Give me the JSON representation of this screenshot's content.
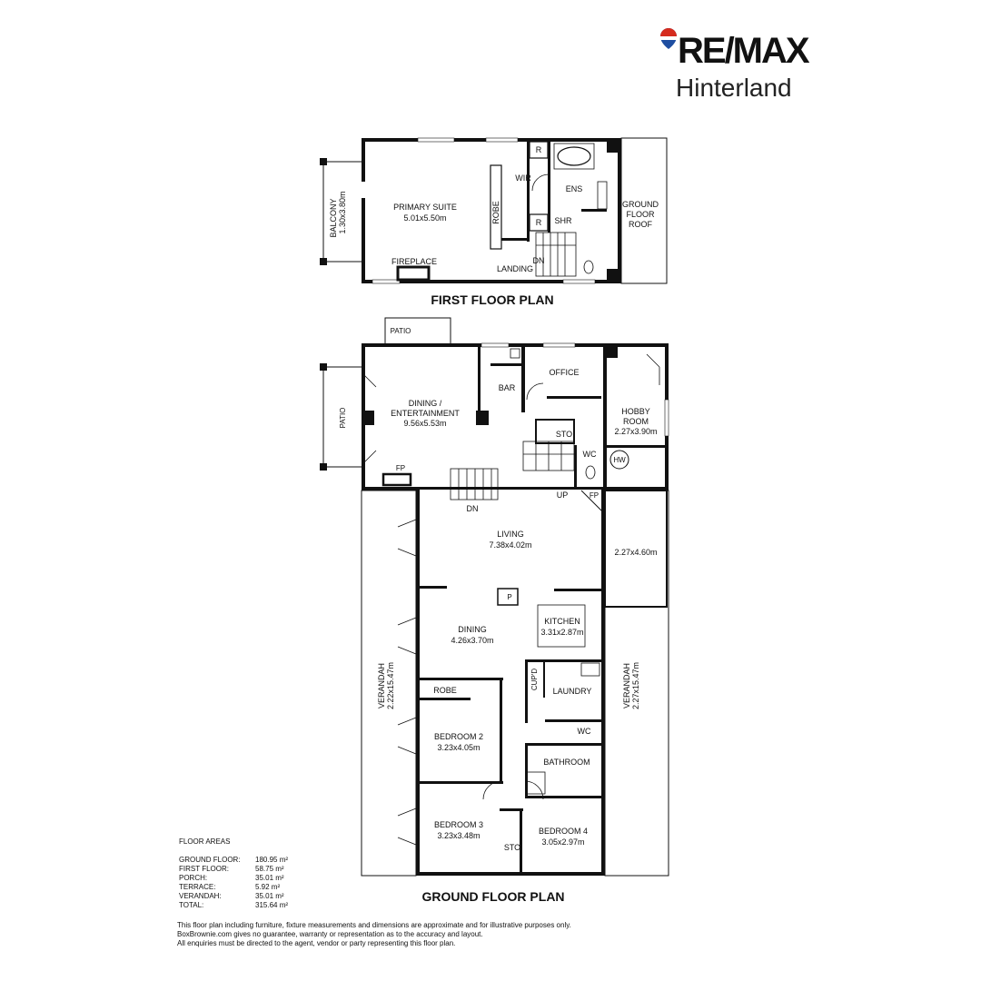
{
  "brand": {
    "name": "RE/MAX",
    "office": "Hinterland",
    "colors": {
      "balloon_red": "#d52b1e",
      "balloon_blue": "#1f4ea1",
      "text": "#111111"
    }
  },
  "first_floor": {
    "title": "FIRST FLOOR PLAN",
    "rooms": {
      "primary_suite": "PRIMARY SUITE",
      "primary_suite_dims": "5.01x5.50m",
      "balcony": "BALCONY",
      "balcony_dims": "1.30x3.80m",
      "wir": "WIR",
      "robe": "ROBE",
      "ens": "ENS",
      "shr": "SHR",
      "r1": "R",
      "r2": "R",
      "fireplace": "FIREPLACE",
      "landing": "LANDING",
      "dn": "DN",
      "roof": [
        "GROUND",
        "FLOOR",
        "ROOF"
      ]
    }
  },
  "ground_floor": {
    "title": "GROUND FLOOR PLAN",
    "rooms": {
      "patio_top": "PATIO",
      "patio_left": "PATIO",
      "dining_ent": [
        "DINING /",
        "ENTERTAINMENT"
      ],
      "dining_ent_dims": "9.56x5.53m",
      "bar": "BAR",
      "office": "OFFICE",
      "hobby": [
        "HOBBY",
        "ROOM"
      ],
      "hobby_dims": "2.27x3.90m",
      "sto1": "STO",
      "wc1": "WC",
      "hw": "HW",
      "fp1": "FP",
      "fp2": "FP",
      "dn": "DN",
      "up": "UP",
      "living": "LIVING",
      "living_dims": "7.38x4.02m",
      "side_dims": "2.27x4.60m",
      "p": "P",
      "kitchen": "KITCHEN",
      "kitchen_dims": "3.31x2.87m",
      "dining": "DINING",
      "dining_dims": "4.26x3.70m",
      "verandah_left": "VERANDAH",
      "verandah_left_dims": "2.22x15.47m",
      "verandah_right": "VERANDAH",
      "verandah_right_dims": "2.27x15.47m",
      "cupd": "CUP'D",
      "laundry": "LAUNDRY",
      "robe": "ROBE",
      "wc2": "WC",
      "bedroom2": "BEDROOM 2",
      "bedroom2_dims": "3.23x4.05m",
      "bathroom": "BATHROOM",
      "bedroom3": "BEDROOM 3",
      "bedroom3_dims": "3.23x3.48m",
      "bedroom4": "BEDROOM 4",
      "bedroom4_dims": "3.05x2.97m",
      "sto2": "STO"
    }
  },
  "floor_areas": {
    "title": "FLOOR AREAS",
    "rows": [
      {
        "label": "GROUND FLOOR:",
        "value": "180.95 m²"
      },
      {
        "label": "FIRST FLOOR:",
        "value": "58.75 m²"
      },
      {
        "label": "PORCH:",
        "value": "35.01 m²"
      },
      {
        "label": "TERRACE:",
        "value": "5.92 m²"
      },
      {
        "label": "VERANDAH:",
        "value": "35.01 m²"
      },
      {
        "label": "TOTAL:",
        "value": "315.64 m²"
      }
    ]
  },
  "disclaimer": [
    "This floor plan including furniture, fixture measurements and dimensions are approximate and for illustrative purposes only.",
    "BoxBrownie.com gives no guarantee, warranty or representation as to the accuracy and layout.",
    "All enquiries must be directed to the agent, vendor or party representing this floor plan."
  ]
}
